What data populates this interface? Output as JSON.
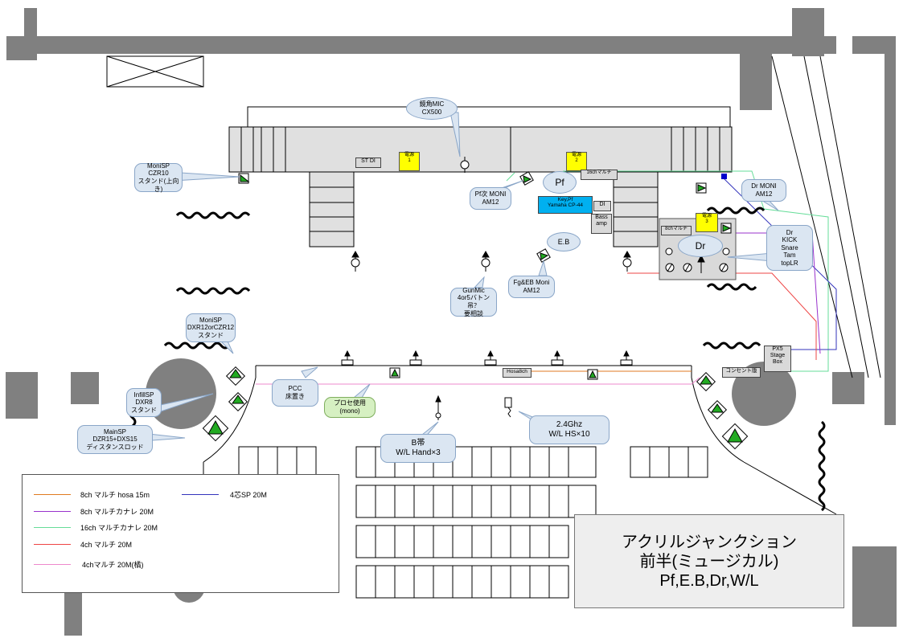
{
  "labels": {
    "direction_mic": "鏡角MIC\nCX500",
    "st_di": "ST DI",
    "outlet1": "電源\n1",
    "outlet2": "電源\n2",
    "outlet3": "電源\n3",
    "multi16": "16chマルチ",
    "multi8": "8chマルチ",
    "pf": "Pf",
    "key_pf": "Key,Pf\nYamaha CP-44",
    "di": "DI",
    "bass_amp": "Bass\namp",
    "eb": "E.B",
    "dr": "Dr",
    "monisp_czr10": "MoniSP\nCZR10\nスタンド(上向き)",
    "pf_moni": "Pf次 MONI\nAM12",
    "dr_moni": "Dr MONI\nAM12",
    "dr_mics": "Dr\nKICK\nSnare\nTam\ntopLR",
    "gunmic": "GunMic\n4or5バトン吊？\n要相談",
    "fg_eb_moni": "Fg&EB Moni\nAM12",
    "monisp_dxr": "MoniSP\nDXR12orCZR12\nスタンド",
    "px5_stage_box": "PX5\nStage\nBox",
    "outlet_stand": "コンセント版",
    "hosa8ch": "Hosa8ch",
    "pcc": "PCC\n床置き",
    "infill_sp": "InfillSP\nDXR8\nスタンド",
    "prosemi": "プロセ使用\n(mono)",
    "main_sp": "MainSP\nDZR15+DXS15\nディスタンスロッド",
    "b_band": "B帯\nW/L Hand×3",
    "ghz24": "2.4Ghz\nW/L HS×10"
  },
  "legend": {
    "items": [
      {
        "label": "8ch マルチ hosa 15m",
        "color": "#e07a20"
      },
      {
        "label": "4芯SP  20M",
        "color": "#3333bb"
      },
      {
        "label": "8ch マルチカナレ 20M",
        "color": "#9933cc"
      },
      {
        "label": "16ch マルチカナレ 20M",
        "color": "#66dd99"
      },
      {
        "label": "4ch マルチ  20M",
        "color": "#ee4444"
      },
      {
        "label": "4chマルチ  20M(橘)",
        "color": "#ee88cc"
      }
    ]
  },
  "title": {
    "line1": "アクリルジャンクション",
    "line2": "前半(ミュージカル)",
    "line3": "Pf,E.B,Dr,W/L"
  },
  "colors": {
    "wall": "#808080",
    "speaker_green": "#22aa22",
    "bubble_fill": "#dbe6f2",
    "outlet_yellow": "#ffff00",
    "key_cyan": "#00b0f0"
  }
}
